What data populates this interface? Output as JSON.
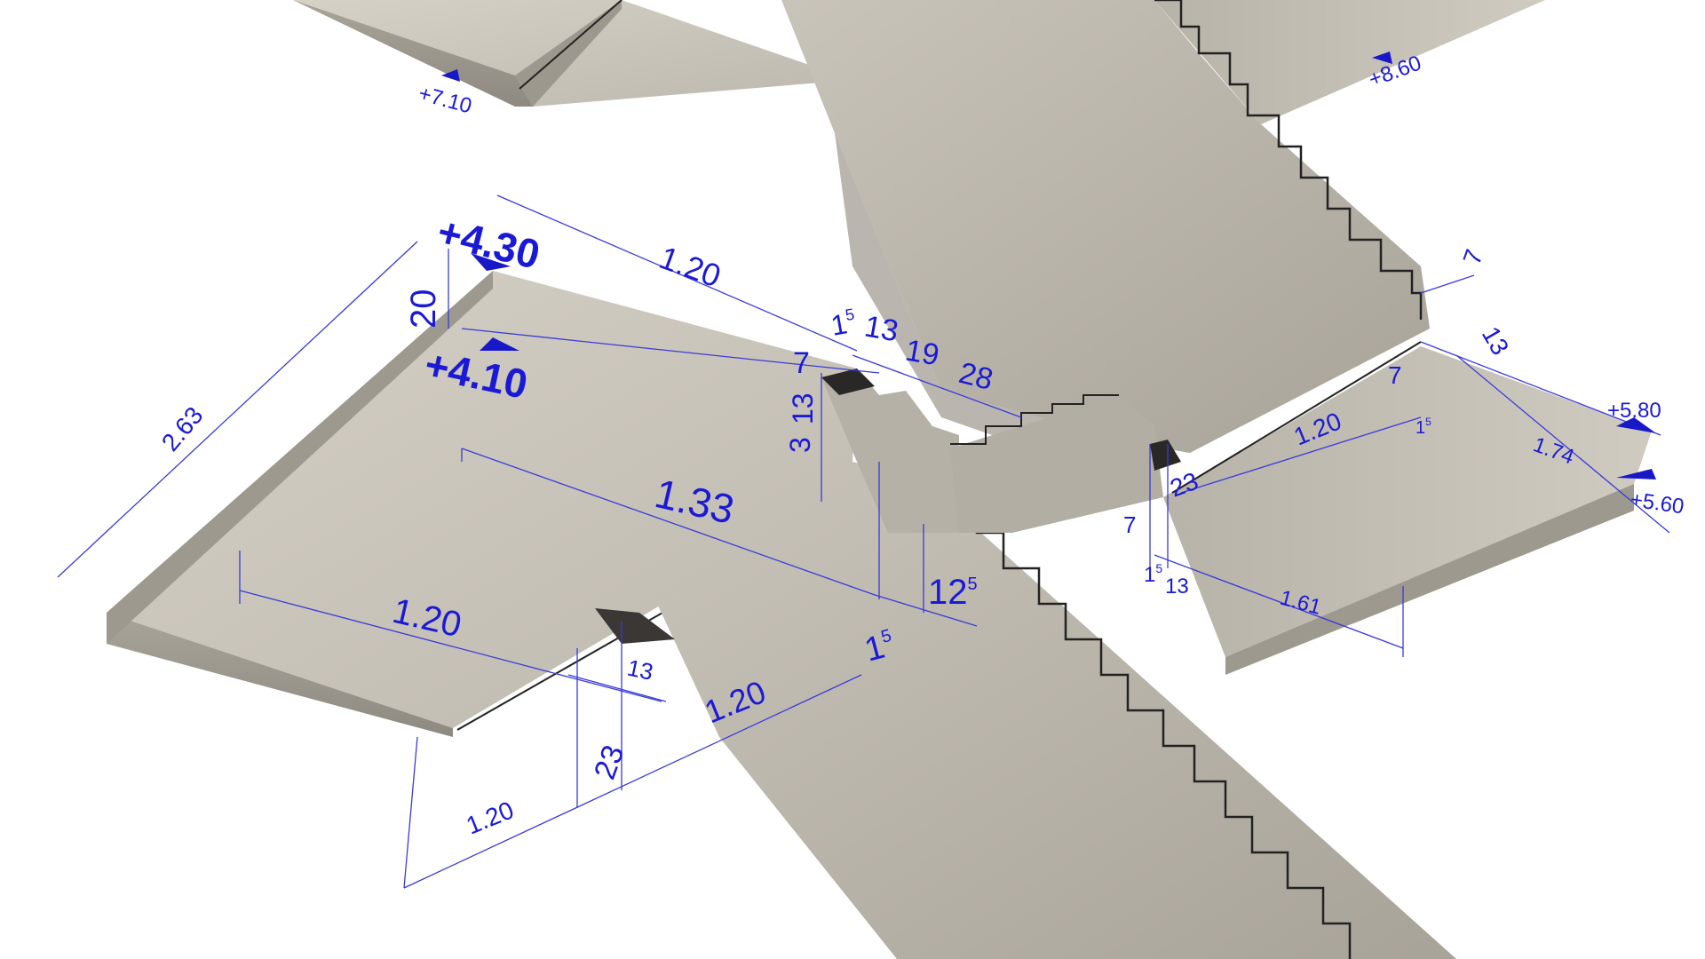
{
  "colors": {
    "dimension": "#1a1ad6",
    "concrete_light": "#cfcac0",
    "concrete_mid": "#aaa59b",
    "concrete_dark": "#8a857c",
    "background": "#ffffff",
    "joint": "#222222"
  },
  "elevations": {
    "e_710": "+7.10",
    "e_860": "+8.60",
    "e_430": "+4.30",
    "e_410": "+4.10",
    "e_580": "+5.80",
    "e_560": "+5.60"
  },
  "dims": {
    "d_120_top": "1.20",
    "d_20": "20",
    "d_263": "2.63",
    "d_15_a_base": "1",
    "d_15_a_sup": "5",
    "d_13_a": "13",
    "d_19": "19",
    "d_28": "28",
    "d_7_a": "7",
    "d_13_vert": "13",
    "d_3_vert": "3",
    "d_133": "1.33",
    "d_120_mid": "1.20",
    "d_125_base": "12",
    "d_125_sup": "5",
    "d_15_b_base": "1",
    "d_15_b_sup": "5",
    "d_13_b": "13",
    "d_120_bot": "1.20",
    "d_23_a": "23",
    "d_120_low": "1.20",
    "d_7_r1": "7",
    "d_13_r1": "13",
    "d_7_r2": "7",
    "d_15_r_base": "1",
    "d_15_r_sup": "5",
    "d_120_right": "1.20",
    "d_174": "1.74",
    "d_23_r": "23",
    "d_7_r3": "7",
    "d_15_r2_base": "1",
    "d_15_r2_sup": "5",
    "d_13_r2": "13",
    "d_161": "1.61"
  }
}
